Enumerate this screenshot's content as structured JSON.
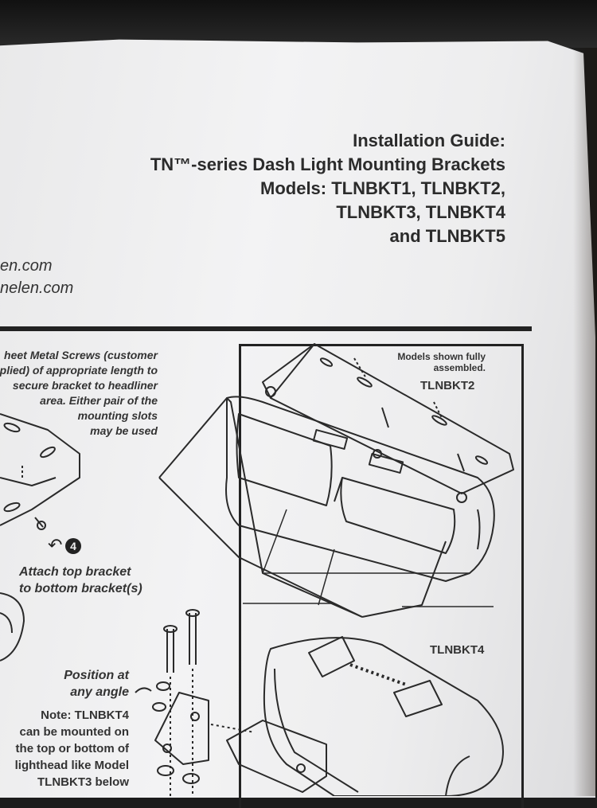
{
  "title": {
    "line1": "Installation Guide:",
    "line2": "TN™-series Dash Light Mounting Brackets",
    "line3": "Models: TLNBKT1, TLNBKT2,",
    "line4": "TLNBKT3, TLNBKT4",
    "line5": "and TLNBKT5"
  },
  "web": {
    "line1": "en.com",
    "line2": "nelen.com"
  },
  "left_note": {
    "lines": [
      "heet Metal Screws (customer",
      "plied) of appropriate length to",
      "secure bracket to headliner",
      "area. Either pair of the",
      "mounting slots",
      "may be used"
    ]
  },
  "step": {
    "number": "4",
    "line1": "Attach top bracket",
    "line2": "to bottom bracket(s)"
  },
  "position": {
    "line1": "Position at",
    "line2": "any angle"
  },
  "note_bottom": {
    "lines": [
      "Note: TLNBKT4",
      "can be mounted on",
      "the top or bottom of",
      "lighthead like Model",
      "TLNBKT3 below"
    ]
  },
  "figure": {
    "models_note_1": "Models shown fully",
    "models_note_2": "assembled.",
    "tag_top": "TLNBKT2",
    "tag_bottom": "TLNBKT4"
  }
}
